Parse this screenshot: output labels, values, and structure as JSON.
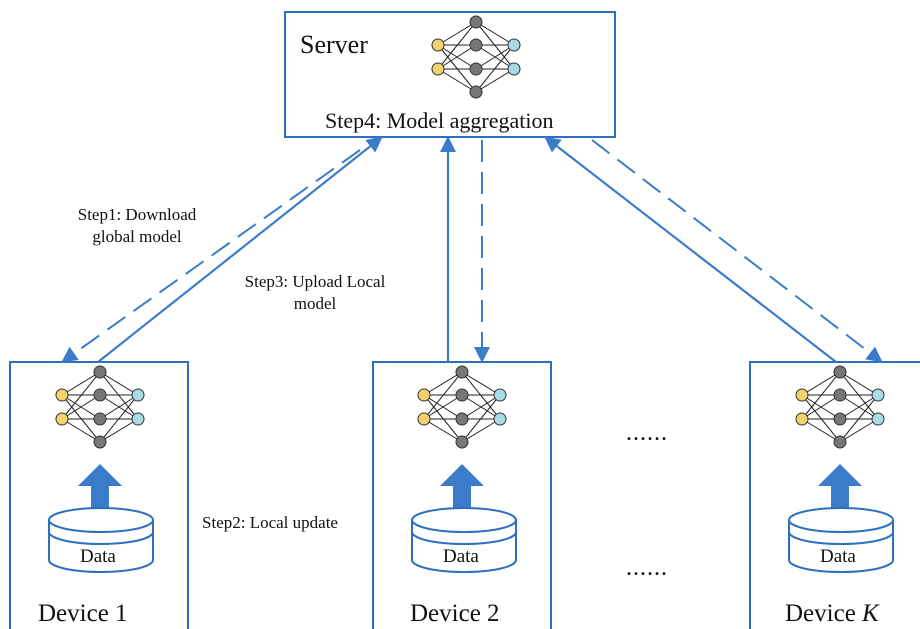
{
  "server": {
    "title": "Server",
    "step4": "Step4: Model aggregation"
  },
  "steps": {
    "step1": "Step1: Download global model",
    "step2": "Step2: Local update",
    "step3": "Step3: Upload Local model"
  },
  "devices": [
    {
      "name": "Device 1",
      "data_label": "Data"
    },
    {
      "name": "Device 2",
      "data_label": "Data"
    },
    {
      "name": "Device K",
      "data_label": "Data"
    }
  ],
  "ellipsis": "......",
  "colors": {
    "box_border": "#2e6fbf",
    "arrow": "#3a7cc9",
    "input_node": "#f2d36b",
    "hidden_node": "#777777",
    "output_node": "#a9dbe3"
  }
}
